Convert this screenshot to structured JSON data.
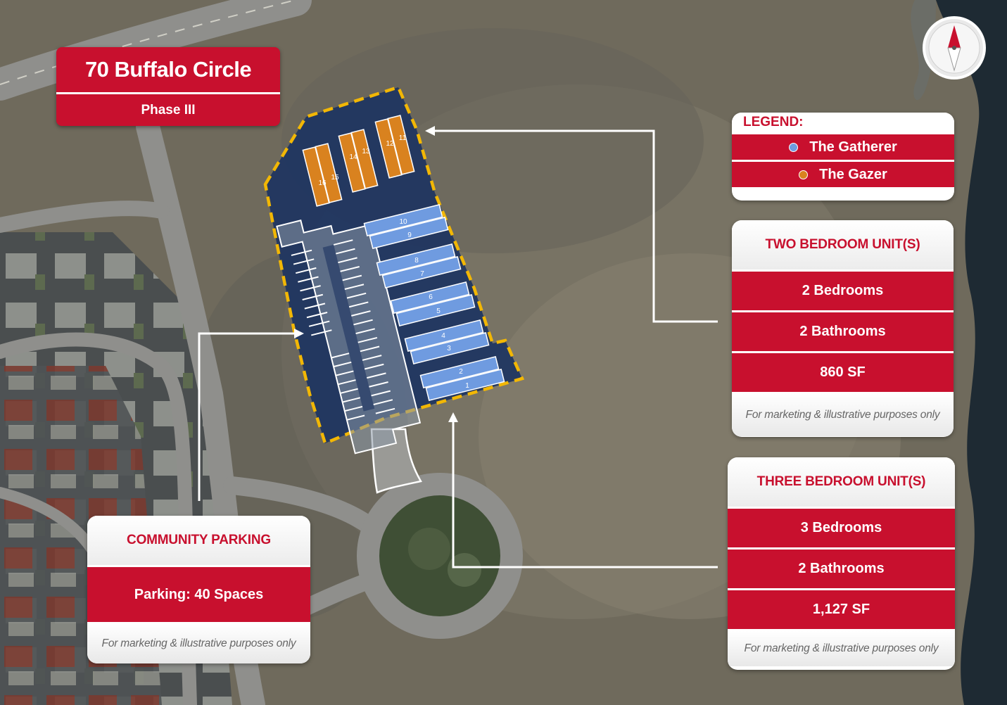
{
  "title": {
    "main": "70 Buffalo Circle",
    "sub": "Phase III"
  },
  "legend": {
    "heading": "LEGEND:",
    "items": [
      {
        "label": "The Gatherer",
        "color": "#6f9be0"
      },
      {
        "label": "The Gazer",
        "color": "#d9821f"
      }
    ]
  },
  "two_bedroom": {
    "heading": "TWO BEDROOM UNIT(S)",
    "rows": [
      "2 Bedrooms",
      "2 Bathrooms",
      "860 SF"
    ],
    "footnote": "For marketing & illustrative purposes only"
  },
  "three_bedroom": {
    "heading": "THREE BEDROOM UNIT(S)",
    "rows": [
      "3 Bedrooms",
      "2 Bathrooms",
      "1,127 SF"
    ],
    "footnote": "For marketing & illustrative purposes only"
  },
  "parking": {
    "heading": "COMMUNITY PARKING",
    "rows": [
      "Parking: 40 Spaces"
    ],
    "footnote": "For marketing & illustrative purposes only"
  },
  "units": {
    "gatherer": [
      "1",
      "2",
      "3",
      "4",
      "5",
      "6",
      "7",
      "8",
      "9",
      "10"
    ],
    "gazer": [
      "11",
      "12",
      "13",
      "14",
      "15",
      "16"
    ]
  },
  "colors": {
    "accent": "#c8102e",
    "site": "#1d3461",
    "boundary": "#f2b705",
    "gatherer": "#6f9be0",
    "gazer": "#d9821f"
  }
}
